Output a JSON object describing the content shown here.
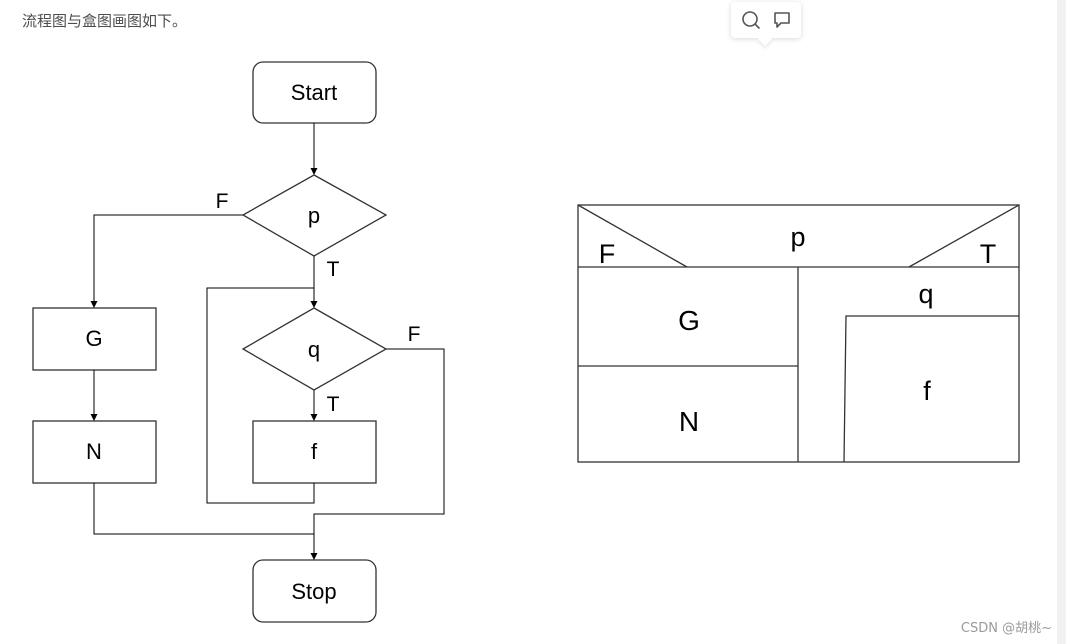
{
  "intro_text": "流程图与盒图画图如下。",
  "watermark": "CSDN @胡桃~",
  "toolbar": {
    "icons": [
      "search-icon",
      "comment-icon"
    ]
  },
  "flowchart": {
    "start": "Start",
    "cond_p": "p",
    "p_false": "F",
    "p_true": "T",
    "box_g": "G",
    "box_n": "N",
    "cond_q": "q",
    "q_false": "F",
    "q_true": "T",
    "box_f": "f",
    "stop": "Stop"
  },
  "nassi_shneiderman": {
    "condition": "p",
    "false_label": "F",
    "true_label": "T",
    "false_branch": [
      "G",
      "N"
    ],
    "loop_condition": "q",
    "loop_body": "f"
  },
  "colors": {
    "stroke": "#000000",
    "shape_stroke": "#333333",
    "intro_text": "#4d4d4d",
    "watermark": "#9a9a9a"
  }
}
